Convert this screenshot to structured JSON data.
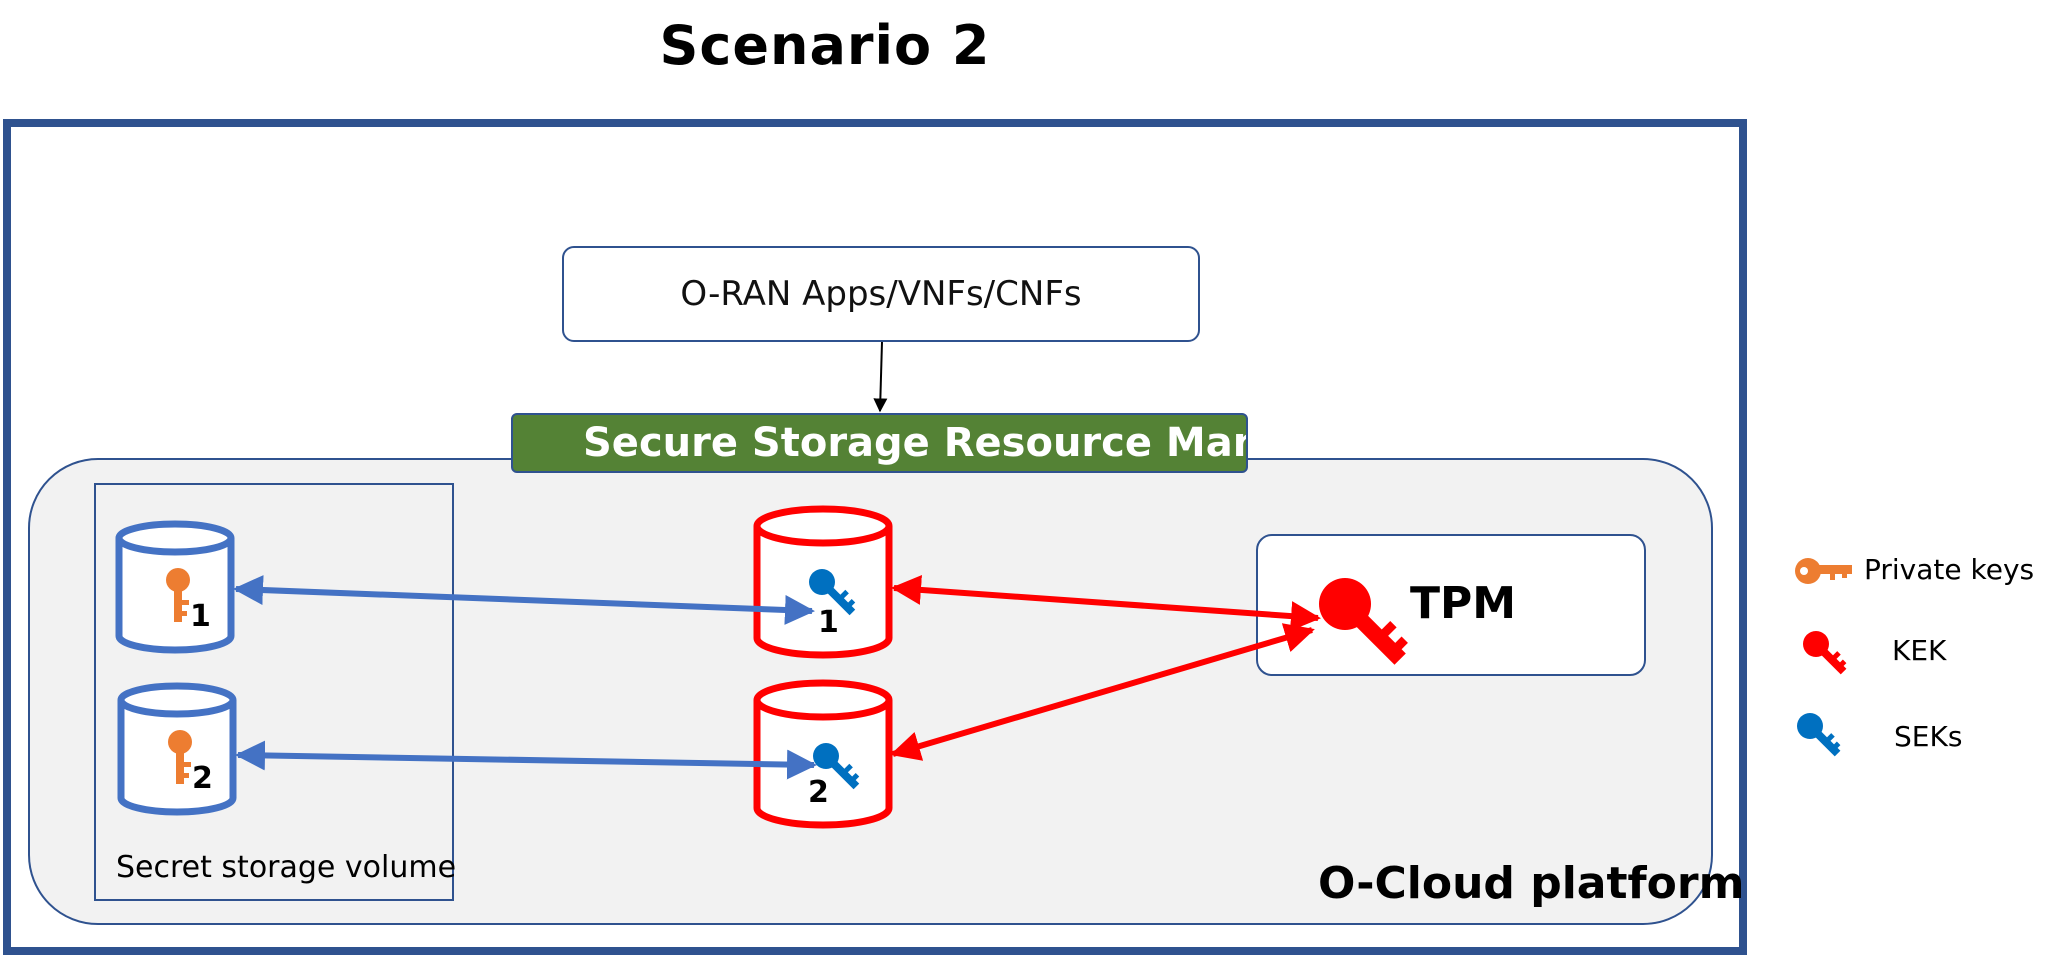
{
  "title": "Scenario 2",
  "oran_box": {
    "label": "O-RAN Apps/VNFs/CNFs"
  },
  "ssrm": {
    "label": "Secure Storage Resource Mana"
  },
  "secret_storage": {
    "label": "Secret storage volume",
    "volume_1": "1",
    "volume_2": "2"
  },
  "encrypted_volumes": {
    "volume_1": "1",
    "volume_2": "2"
  },
  "tpm": {
    "label": "TPM"
  },
  "platform": {
    "label": "O-Cloud platform"
  },
  "legend": {
    "items": [
      {
        "label": "Private keys",
        "icon": "orange-key-icon",
        "color": "#ed7d31"
      },
      {
        "label": "KEK",
        "icon": "red-key-icon",
        "color": "#ff0000"
      },
      {
        "label": "SEKs",
        "icon": "blue-key-icon",
        "color": "#0070c0"
      }
    ]
  },
  "colors": {
    "frame": "#2f528f",
    "ssrm_fill": "#548235",
    "secret_volume": "#4472c4",
    "encrypted_volume": "#ff0000",
    "private_key": "#ed7d31",
    "sek": "#0070c0",
    "kek": "#ff0000"
  }
}
